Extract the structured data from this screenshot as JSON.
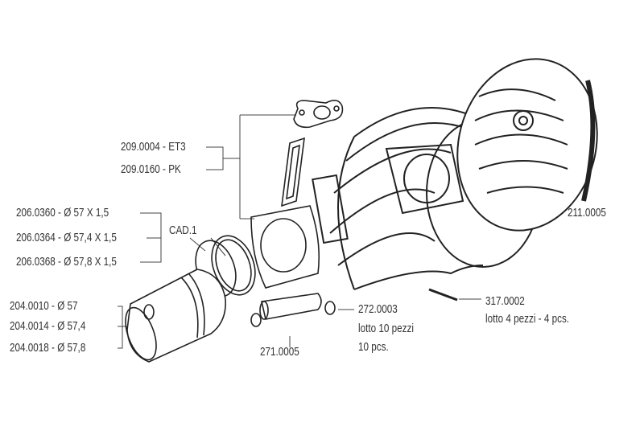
{
  "labels": {
    "gasket_et3": "209.0004 - ET3",
    "gasket_pk": "209.0160 - PK",
    "ring_57": "206.0360 - Ø 57 X 1,5",
    "ring_574": "206.0364 - Ø 57,4 X 1,5",
    "ring_578": "206.0368 - Ø 57,8 X 1,5",
    "rings_qty": "CAD.1",
    "piston_57": "204.0010 - Ø 57",
    "piston_574": "204.0014 - Ø 57,4",
    "piston_578": "204.0018 - Ø 57,8",
    "pin": "271.0005",
    "clip_code": "272.0003",
    "clip_lot": "lotto 10 pezzi",
    "clip_pcs": "10 pcs.",
    "stud_code": "317.0002",
    "stud_lot": "lotto 4 pezzi - 4 pcs.",
    "head": "211.0005"
  }
}
